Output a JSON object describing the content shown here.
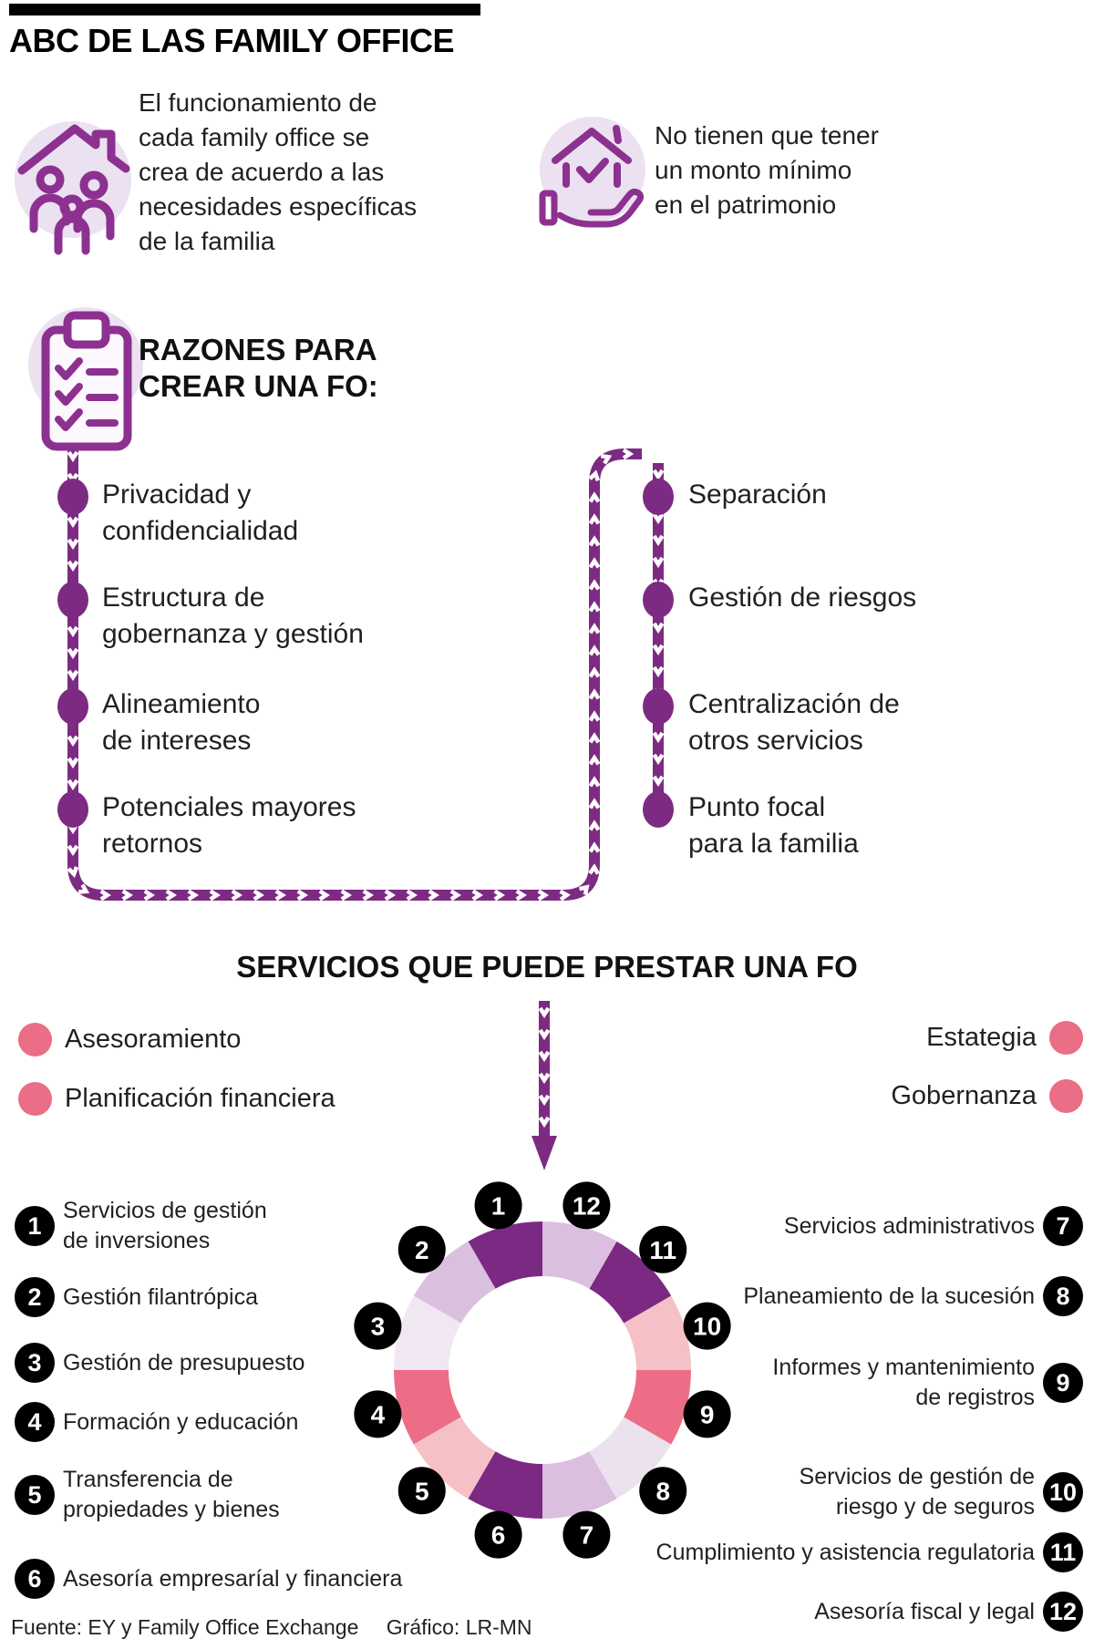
{
  "header": {
    "title": "ABC DE LAS FAMILY OFFICE"
  },
  "intro": {
    "left": {
      "icon": "family-house-icon",
      "lines": [
        "El funcionamiento de",
        "cada family office se",
        "crea de acuerdo a las",
        "necesidades específicas",
        "de la familia"
      ]
    },
    "right": {
      "icon": "house-in-hand-icon",
      "lines": [
        "No tienen que tener",
        "un monto mínimo",
        "en el patrimonio"
      ]
    }
  },
  "reasons": {
    "icon": "checklist-clipboard-icon",
    "title_lines": [
      "RAZONES PARA",
      "CREAR UNA FO:"
    ],
    "left": [
      {
        "lines": [
          "Privacidad y",
          "confidencialidad"
        ]
      },
      {
        "lines": [
          "Estructura de",
          "gobernanza y gestión"
        ]
      },
      {
        "lines": [
          "Alineamiento",
          "de intereses"
        ]
      },
      {
        "lines": [
          "Potenciales mayores",
          "retornos"
        ]
      }
    ],
    "right": [
      {
        "lines": [
          "Separación"
        ]
      },
      {
        "lines": [
          "Gestión de riesgos"
        ]
      },
      {
        "lines": [
          "Centralización de",
          "otros servicios"
        ]
      },
      {
        "lines": [
          "Punto focal",
          "para la familia"
        ]
      }
    ]
  },
  "services": {
    "title": "SERVICIOS QUE PUEDE PRESTAR UNA FO",
    "left_tags": [
      "Asesoramiento",
      "Planificación financiera"
    ],
    "right_tags": [
      "Estategia",
      "Gobernanza"
    ]
  },
  "chart_data": {
    "type": "donut",
    "title": "SERVICIOS QUE PUEDE PRESTAR UNA FO",
    "equal_segments": true,
    "segment_value_pct": 8.33,
    "legend_position": "sides",
    "segments": [
      {
        "n": "1",
        "label": "Servicios de gestión de inversiones",
        "label_lines": [
          "Servicios de gestión",
          "de inversiones"
        ],
        "color": "#7b2982",
        "side": "left"
      },
      {
        "n": "2",
        "label": "Gestión filantrópica",
        "label_lines": [
          "Gestión filantrópica"
        ],
        "color": "#dabfde",
        "side": "left"
      },
      {
        "n": "3",
        "label": "Gestión de presupuesto",
        "label_lines": [
          "Gestión de presupuesto"
        ],
        "color": "#f0e7f2",
        "side": "left"
      },
      {
        "n": "4",
        "label": "Formación y educación",
        "label_lines": [
          "Formación y educación"
        ],
        "color": "#ed6d86",
        "side": "left"
      },
      {
        "n": "5",
        "label": "Transferencia de propiedades y bienes",
        "label_lines": [
          "Transferencia de",
          "propiedades y bienes"
        ],
        "color": "#f5c1c6",
        "side": "left"
      },
      {
        "n": "6",
        "label": "Asesoría empresaríal y financiera",
        "label_lines": [
          "Asesoría empresaríal y financiera"
        ],
        "color": "#7b2982",
        "side": "left"
      },
      {
        "n": "7",
        "label": "Servicios administrativos",
        "label_lines": [
          "Servicios administrativos"
        ],
        "color": "#dabfde",
        "side": "right"
      },
      {
        "n": "8",
        "label": "Planeamiento de la sucesión",
        "label_lines": [
          "Planeamiento de la sucesión"
        ],
        "color": "#ebe1ef",
        "side": "right"
      },
      {
        "n": "9",
        "label": "Informes y mantenimiento de registros",
        "label_lines": [
          "Informes y mantenimiento",
          "de registros"
        ],
        "color": "#ed6d86",
        "side": "right"
      },
      {
        "n": "10",
        "label": "Servicios de gestión de riesgo y de seguros",
        "label_lines": [
          "Servicios de gestión de",
          "riesgo y de seguros"
        ],
        "color": "#f5c1c6",
        "side": "right"
      },
      {
        "n": "11",
        "label": "Cumplimiento y asistencia regulatoria",
        "label_lines": [
          "Cumplimiento y asistencia regulatoria"
        ],
        "color": "#7b2982",
        "side": "right"
      },
      {
        "n": "12",
        "label": "Asesoría fiscal y legal",
        "label_lines": [
          "Asesoría fiscal y legal"
        ],
        "color": "#dabfde",
        "side": "right"
      }
    ]
  },
  "footer": {
    "source": "Fuente: EY y Family Office Exchange",
    "credit": "Gráfico: LR-MN"
  },
  "colors": {
    "purple": "#7d2b82",
    "icon_purple": "#8c3190",
    "icon_bg": "#ece1f0",
    "pink": "#ea6e86",
    "text": "#231f20",
    "badge_black": "#000000"
  }
}
